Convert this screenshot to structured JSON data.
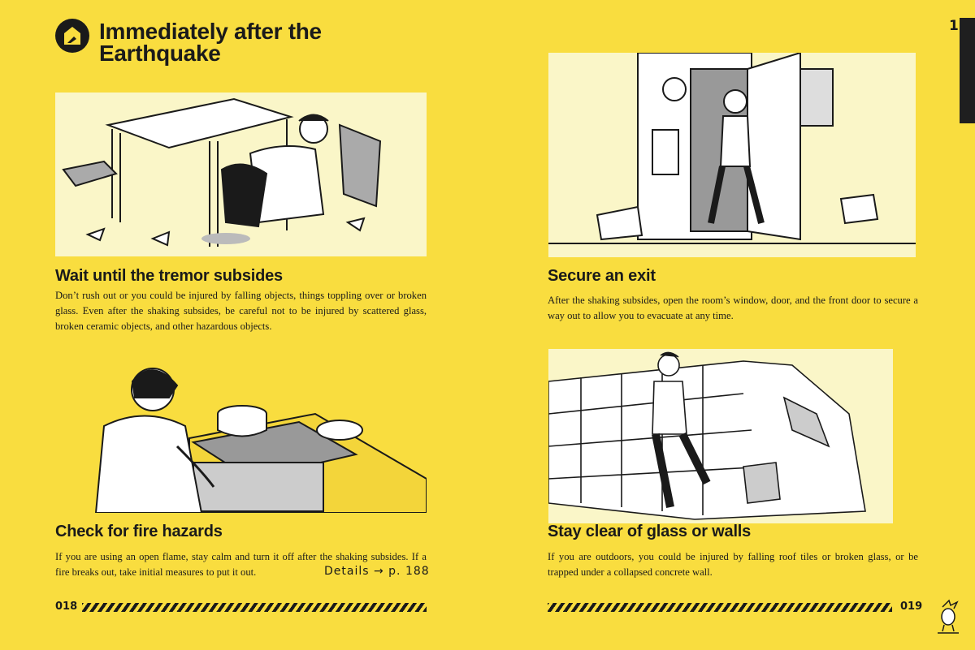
{
  "header": {
    "title": "Immediately after the Earthquake",
    "chapter_number": "1",
    "icon": "house-icon"
  },
  "sections": [
    {
      "title": "Wait until the tremor subsides",
      "body": "Don’t rush out or you could be injured by falling objects, things toppling over or broken glass. Even after the shaking subsides, be careful not to be injured by scattered glass, broken ceramic objects, and other hazardous objects."
    },
    {
      "title": "Secure an exit",
      "body": "After the shaking subsides, open the room’s window, door, and the front door to secure a way out to allow you to evacuate at any time."
    },
    {
      "title": "Check for fire hazards",
      "body": "If you are using an open flame, stay calm and turn it off after the shaking subsides. If a fire breaks out, take initial measures to put it out.",
      "link": "Details → p. 188"
    },
    {
      "title": "Stay clear of glass or walls",
      "body": "If you are outdoors, you could be injured by falling roof tiles or broken glass, or be trapped under a collapsed concrete wall."
    }
  ],
  "footer": {
    "left_page": "018",
    "right_page": "019"
  },
  "colors": {
    "background": "#f9dd3f",
    "ink": "#1a1a1a"
  }
}
